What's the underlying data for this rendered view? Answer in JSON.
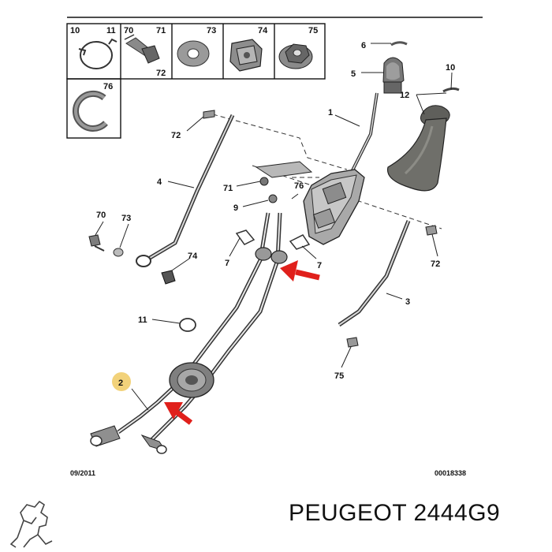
{
  "legend": {
    "cells": [
      {
        "id": "10",
        "ref": "10",
        "ref2": "11"
      },
      {
        "id": "70",
        "ref": "70",
        "ref2": "71",
        "ref3": "72"
      },
      {
        "id": "73",
        "ref": "73"
      },
      {
        "id": "74",
        "ref": "74"
      },
      {
        "id": "75",
        "ref": "75"
      },
      {
        "id": "76",
        "ref": "76"
      }
    ]
  },
  "callouts": [
    {
      "id": "c6",
      "text": "6"
    },
    {
      "id": "c10",
      "text": "10"
    },
    {
      "id": "c5",
      "text": "5"
    },
    {
      "id": "c12",
      "text": "12"
    },
    {
      "id": "c1",
      "text": "1"
    },
    {
      "id": "c72a",
      "text": "72"
    },
    {
      "id": "c4",
      "text": "4"
    },
    {
      "id": "c71",
      "text": "71"
    },
    {
      "id": "c76",
      "text": "76"
    },
    {
      "id": "c9",
      "text": "9"
    },
    {
      "id": "c70",
      "text": "70"
    },
    {
      "id": "c73",
      "text": "73"
    },
    {
      "id": "c74",
      "text": "74"
    },
    {
      "id": "c7a",
      "text": "7"
    },
    {
      "id": "c7b",
      "text": "7"
    },
    {
      "id": "c72b",
      "text": "72"
    },
    {
      "id": "c3",
      "text": "3"
    },
    {
      "id": "c11",
      "text": "11"
    },
    {
      "id": "c75",
      "text": "75"
    },
    {
      "id": "c2",
      "text": "2"
    }
  ],
  "footer": {
    "date": "09/2011",
    "ref_number": "00018338"
  },
  "brand": {
    "title": "PEUGEOT 2444G9",
    "logo_icon": "peugeot-lion-logo-icon"
  },
  "colors": {
    "arrow": "#e0201b",
    "highlight": "#f2d27a",
    "boot": "#6f6f6a"
  }
}
